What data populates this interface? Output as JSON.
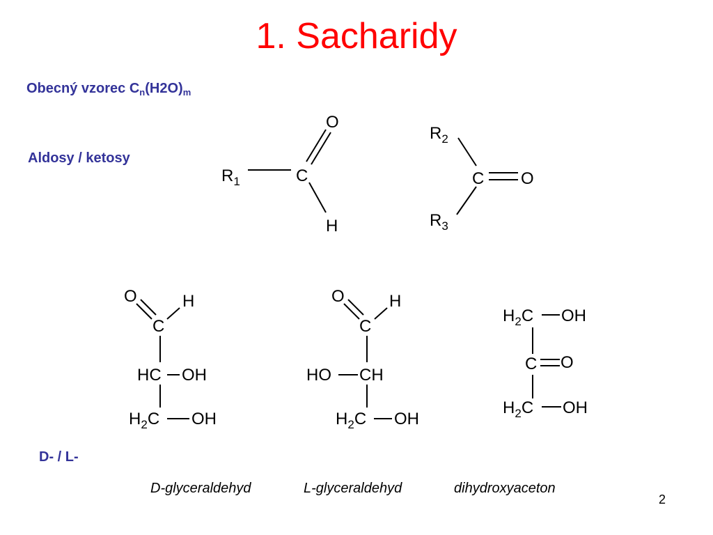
{
  "slide": {
    "title": "1. Sacharidy",
    "formula": {
      "label": "Obecný vzorec C",
      "sub1": "n",
      "mid": "(H2O)",
      "sub2": "m"
    },
    "aldosy_ketosy": "Aldosy / ketosy",
    "dl": "D- / L-",
    "captions": [
      "D-glyceraldehyd",
      "L-glyceraldehyd",
      "dihydroxyaceton"
    ],
    "page_number": "2"
  },
  "structures": {
    "aldose": {
      "o": "O",
      "c": "C",
      "h": "H",
      "r": "R",
      "r_sub": "1"
    },
    "ketone": {
      "o": "O",
      "c": "C",
      "r": "R",
      "r2_sub": "2",
      "r3_sub": "3"
    },
    "d_glyceraldehyde": {
      "o": "O",
      "h": "H",
      "c": "C",
      "hc": "HC",
      "oh1": "OH",
      "h2c": "H",
      "h2c_sub": "2",
      "h2c_c": "C",
      "oh2": "OH"
    },
    "l_glyceraldehyde": {
      "o": "O",
      "h": "H",
      "c": "C",
      "ho": "HO",
      "ch": "CH",
      "h2c": "H",
      "h2c_sub": "2",
      "h2c_c": "C",
      "oh": "OH"
    },
    "dihydroxyacetone": {
      "h2c_top": "H",
      "sub_top": "2",
      "c_top": "C",
      "oh_top": "OH",
      "c_mid": "C",
      "o": "O",
      "h2c_bot": "H",
      "sub_bot": "2",
      "c_bot": "C",
      "oh_bot": "OH"
    }
  }
}
